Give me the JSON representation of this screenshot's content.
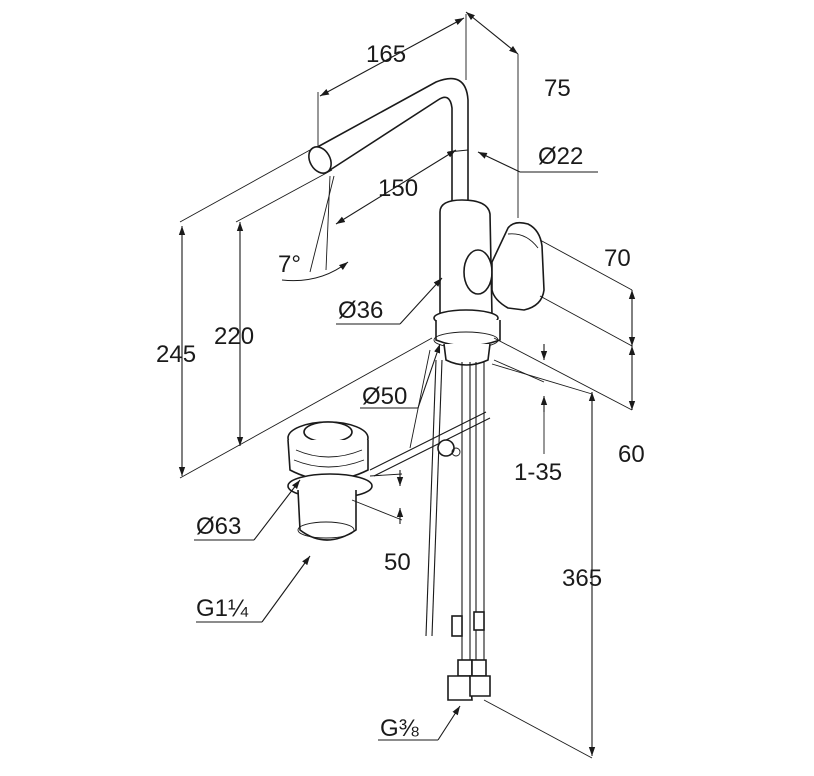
{
  "dimensions": {
    "d165": "165",
    "d75": "75",
    "d22": "Ø22",
    "d150": "150",
    "d7": "7°",
    "d70": "70",
    "d36": "Ø36",
    "d245": "245",
    "d220": "220",
    "d50a": "Ø50",
    "d60": "60",
    "d135": "1-35",
    "d63": "Ø63",
    "d50b": "50",
    "d365": "365",
    "dG114": "G1¼",
    "dG38": "G⅜"
  },
  "colors": {
    "stroke": "#1a1a1a",
    "background": "#ffffff"
  }
}
